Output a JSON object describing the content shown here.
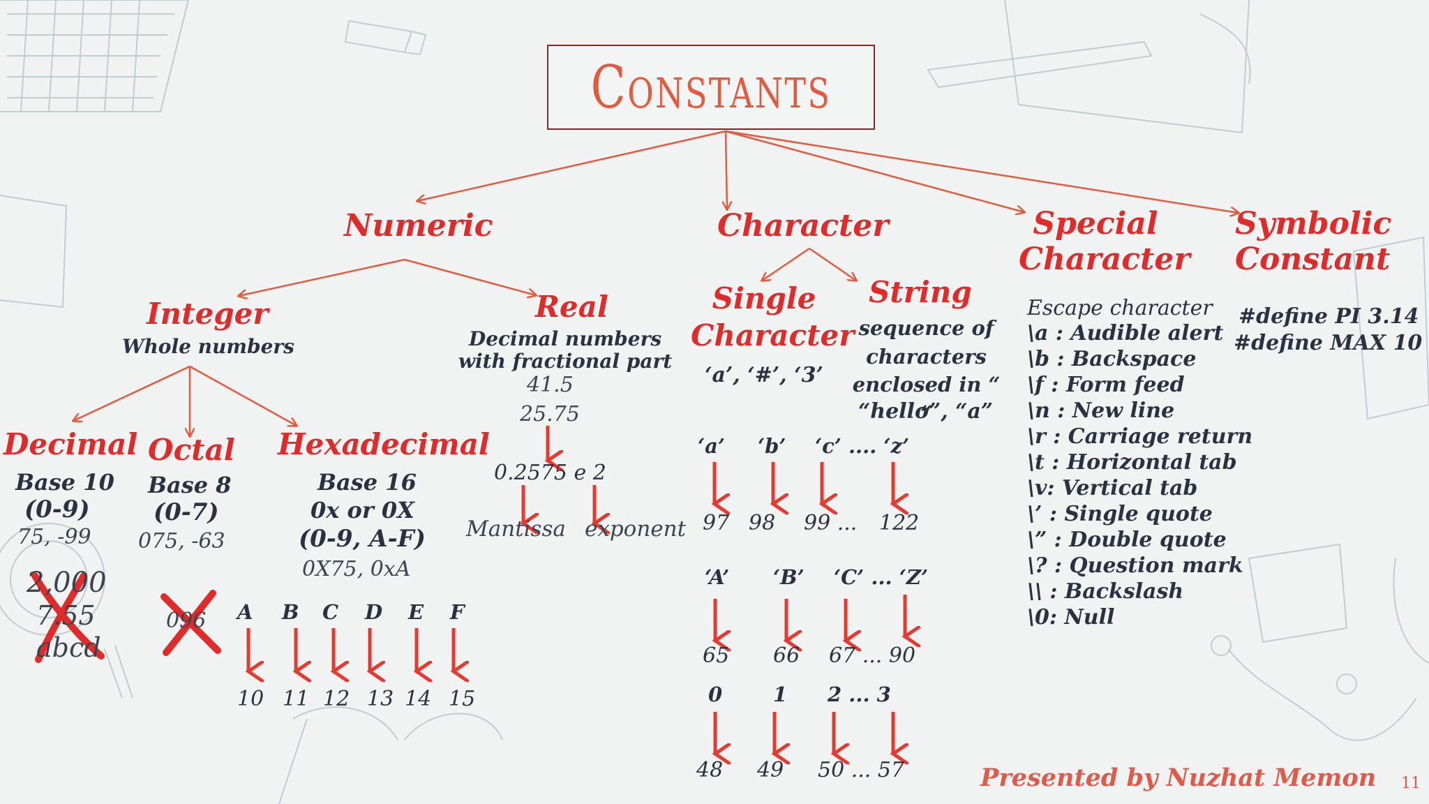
{
  "title": "Constants",
  "categories": {
    "numeric": "Numeric",
    "character": "Character",
    "special": "Special Character",
    "symbolic": "Symbolic Constant"
  },
  "numeric": {
    "integer": {
      "label": "Integer",
      "desc": "Whole numbers"
    },
    "real": {
      "label": "Real",
      "desc": "Decimal numbers with fractional part",
      "examples": [
        "41.5",
        "25.75"
      ],
      "exp_example": "0.2575 e 2",
      "mantissa": "Mantissa",
      "exponent": "exponent"
    },
    "decimal": {
      "label": "Decimal",
      "base": "Base 10",
      "range": "(0-9)",
      "example": "75, -99",
      "invalid": [
        "2,000",
        "7.55",
        "abcd"
      ]
    },
    "octal": {
      "label": "Octal",
      "base": "Base 8",
      "range": "(0-7)",
      "example": "075, -63",
      "invalid": [
        "096"
      ]
    },
    "hex": {
      "label": "Hexadecimal",
      "base": "Base 16",
      "prefix": "0x or 0X",
      "range": "(0-9, A-F)",
      "example": "0X75, 0xA",
      "letters": [
        "A",
        "B",
        "C",
        "D",
        "E",
        "F"
      ],
      "values": [
        "10",
        "11",
        "12",
        "13",
        "14",
        "15"
      ]
    }
  },
  "character": {
    "single": {
      "label": "Single Character",
      "example": "‘a’, ‘#’, ‘3’"
    },
    "string": {
      "label": "String",
      "desc": "sequence of characters enclosed in “ “",
      "example": "“hello”,  “a”"
    },
    "lower": {
      "chars": [
        "‘a’",
        "‘b’",
        "‘c’ .... ‘z’"
      ],
      "codes": [
        "97",
        "98",
        "99 ...",
        "122"
      ]
    },
    "upper": {
      "chars": [
        "‘A’",
        "‘B’",
        "‘C’ ... ‘Z’"
      ],
      "codes": [
        "65",
        "66",
        "67 ... 90"
      ]
    },
    "digits": {
      "chars": [
        "0",
        "1",
        "2 ... 3"
      ],
      "codes": [
        "48",
        "49",
        "50 ... 57"
      ]
    }
  },
  "special": {
    "heading": "Escape character",
    "items": [
      "\\a : Audible alert",
      "\\b : Backspace",
      "\\f : Form feed",
      "\\n : New line",
      "\\r : Carriage return",
      "\\t :  Horizontal tab",
      "\\v:  Vertical  tab",
      "\\’ : Single quote",
      "\\” : Double quote",
      "\\? : Question mark",
      "\\\\ : Backslash",
      "\\0:  Null"
    ]
  },
  "symbolic": {
    "items": [
      "#define PI  3.14",
      "#define MAX  10"
    ]
  },
  "footer": {
    "presenter": "Presented by Nuzhat Memon",
    "page": "11"
  },
  "colors": {
    "accent": "#e02b2b",
    "text": "#2b3140",
    "background": "#f1f3f3"
  }
}
